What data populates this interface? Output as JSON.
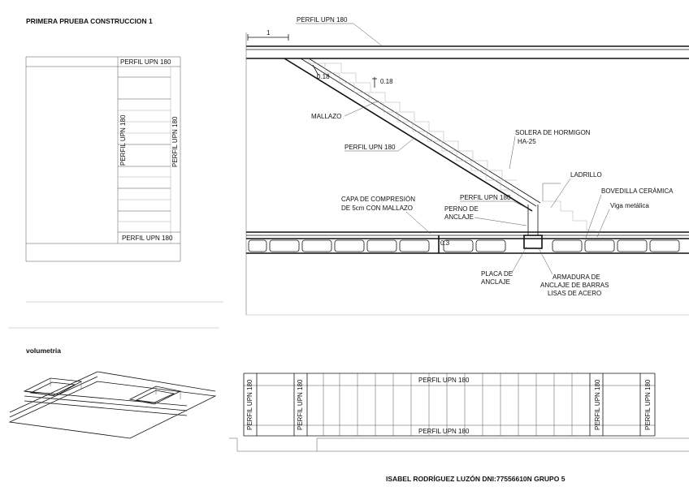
{
  "sheet": {
    "title": "PRIMERA PRUEBA CONSTRUCCION 1",
    "footer": "ISABEL RODRÍGUEZ LUZÓN    DNI:77556610N GRUPO 5"
  },
  "plan": {
    "profile_top": "PERFIL UPN 180",
    "profile_bottom": "PERFIL UPN 180",
    "profile_vertical_left": "PERFIL UPN 180",
    "profile_vertical_right": "PERFIL UPN 180"
  },
  "section": {
    "dimension_1": "1",
    "dim_018_a": "0.18",
    "dim_018_b": "0.18",
    "dim_03": "0.3",
    "labels": {
      "perfil_top": "PERFIL UPN 180",
      "mallazo": "MALLAZO",
      "perfil_diag": "PERFIL UPN 180",
      "solera_1": "SOLERA DE HORMIGON",
      "solera_2": "HA-25",
      "ladrillo": "LADRILLO",
      "perfil_lower": "PERFIL UPN 180",
      "bovedilla": "BOVEDILLA CERÁMICA",
      "viga": "Viga metálica",
      "capa_1": "CAPA DE COMPRESIÓN",
      "capa_2": "DE 5cm CON MALLAZO",
      "perno_1": "PERNO DE",
      "perno_2": "ANCLAJE",
      "placa_1": "PLACA DE",
      "placa_2": "ANCLAJE",
      "armadura_1": "ARMADURA DE",
      "armadura_2": "ANCLAJE DE BARRAS",
      "armadura_3": "LISAS DE ACERO"
    }
  },
  "volumetria": {
    "title": "volumetria"
  },
  "elevation": {
    "top": "PERFIL UPN 180",
    "bottom": "PERFIL UPN 180",
    "v1": "PERFIL UPN 180",
    "v2": "PERFIL UPN 180",
    "v3": "PERFIL UPN 180",
    "v4": "PERFIL UPN 180"
  }
}
